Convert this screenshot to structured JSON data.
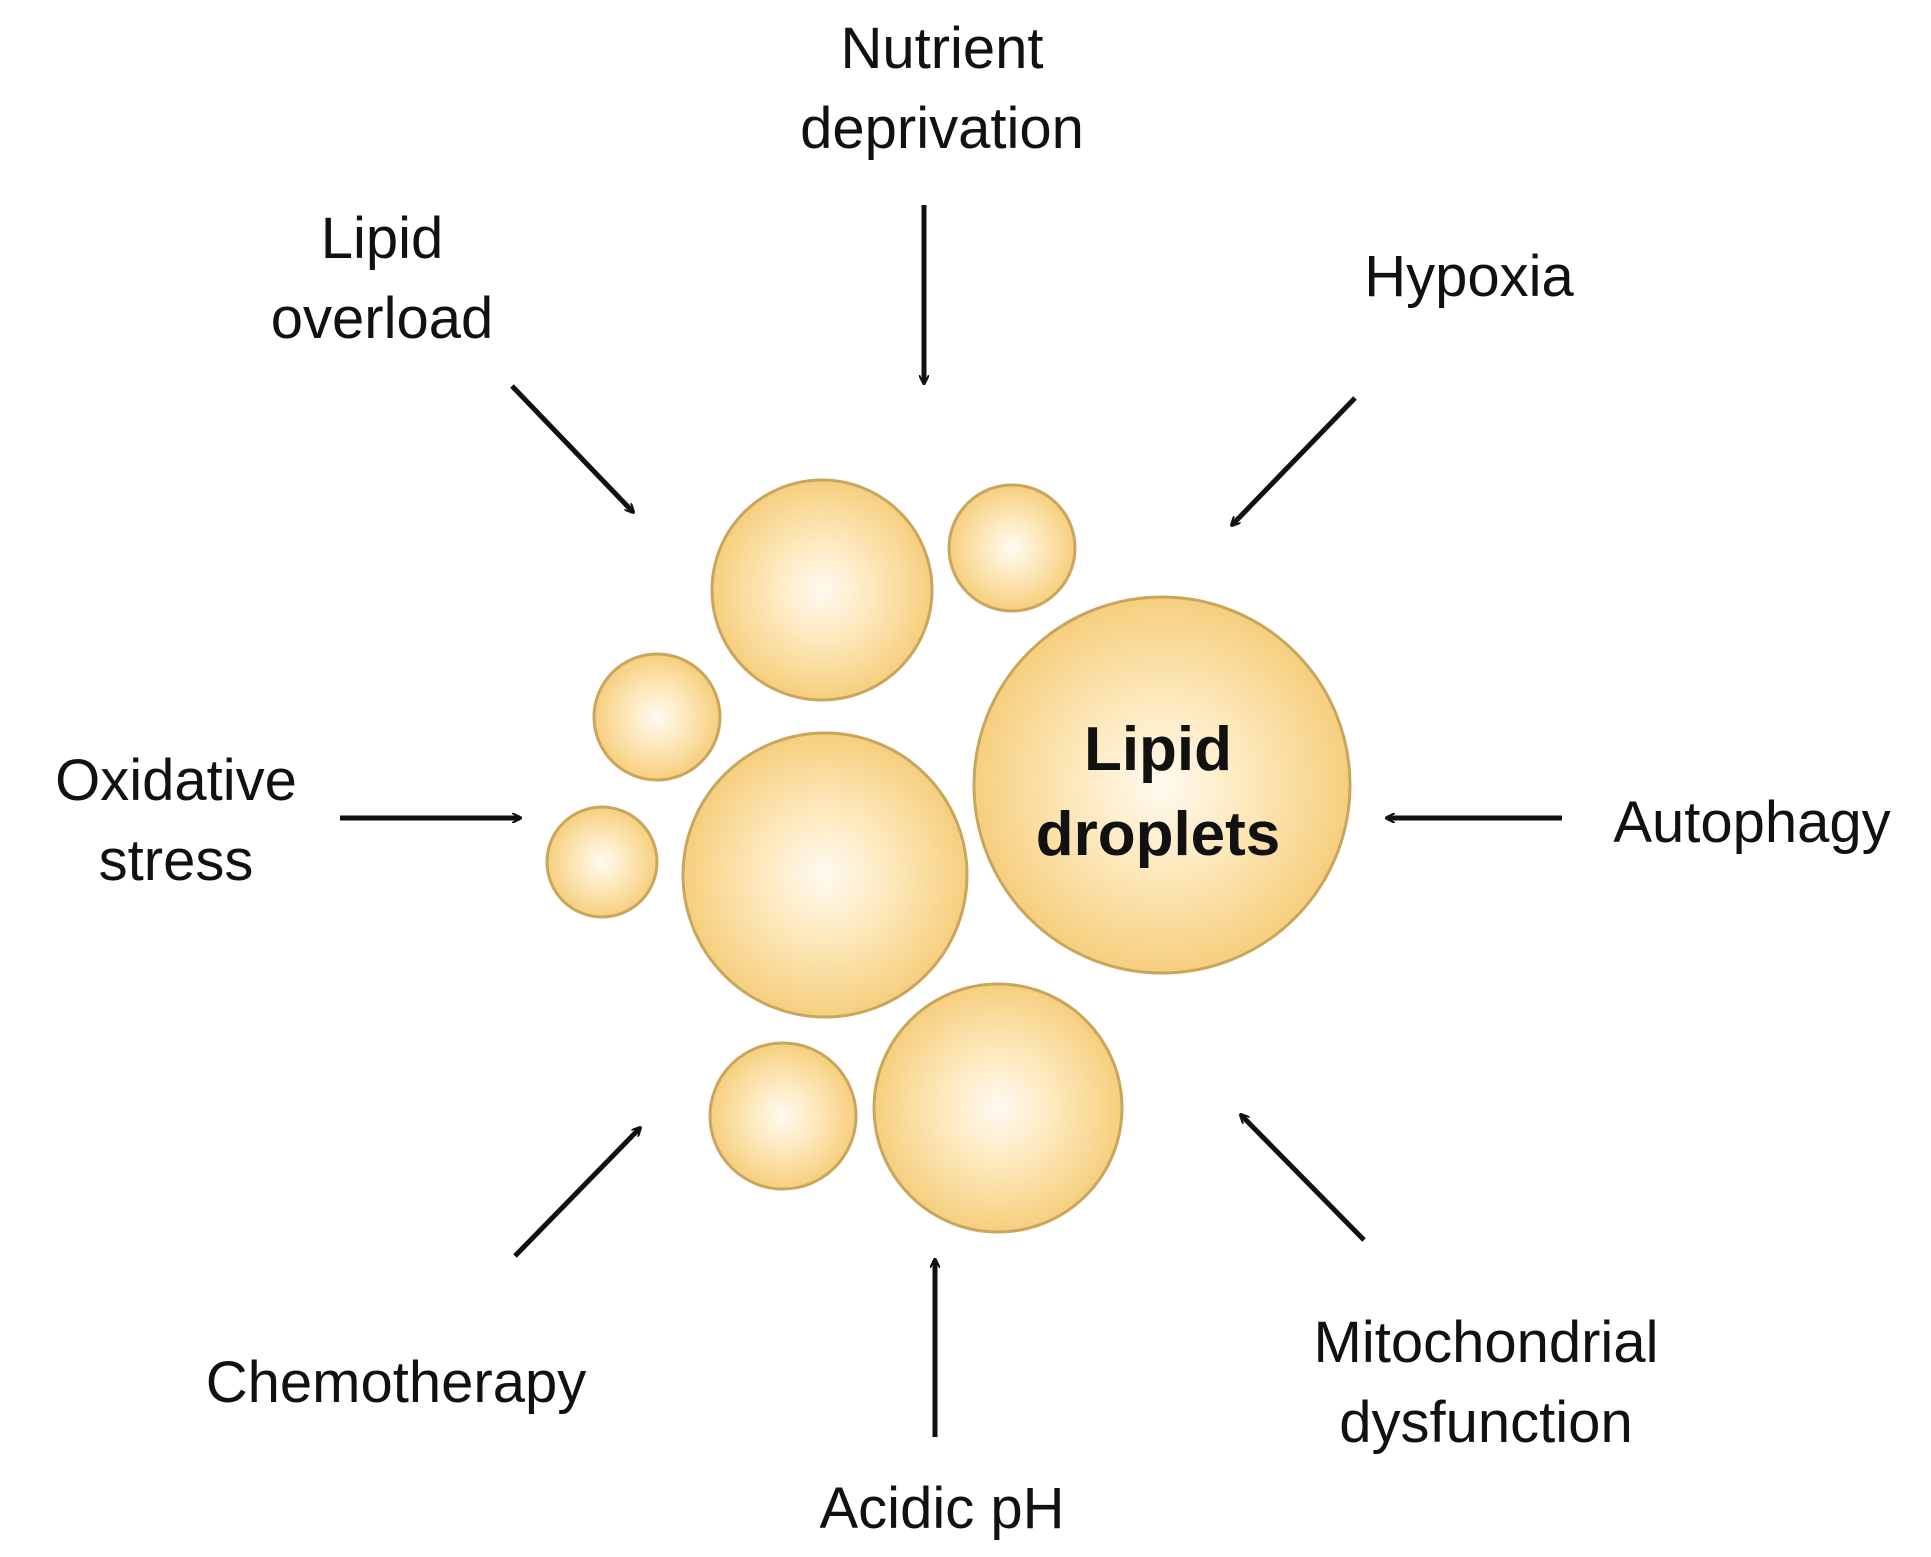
{
  "center": {
    "line1": "Lipid",
    "line2": "droplets"
  },
  "stressors": {
    "nutrient": {
      "line1": "Nutrient",
      "line2": "deprivation"
    },
    "hypoxia": {
      "line1": "Hypoxia"
    },
    "lipid_overload": {
      "line1": "Lipid",
      "line2": "overload"
    },
    "oxidative": {
      "line1": "Oxidative",
      "line2": "stress"
    },
    "autophagy": {
      "line1": "Autophagy"
    },
    "chemotherapy": {
      "line1": "Chemotherapy"
    },
    "acidic": {
      "line1": "Acidic pH"
    },
    "mitochondrial": {
      "line1": "Mitochondrial",
      "line2": "dysfunction"
    }
  },
  "colors": {
    "droplet_center": "#fffaf0",
    "droplet_mid": "#fde6b2",
    "droplet_edge": "#f6cf7e",
    "droplet_stroke": "#caa55c",
    "arrow": "#111111",
    "text": "#111111"
  }
}
